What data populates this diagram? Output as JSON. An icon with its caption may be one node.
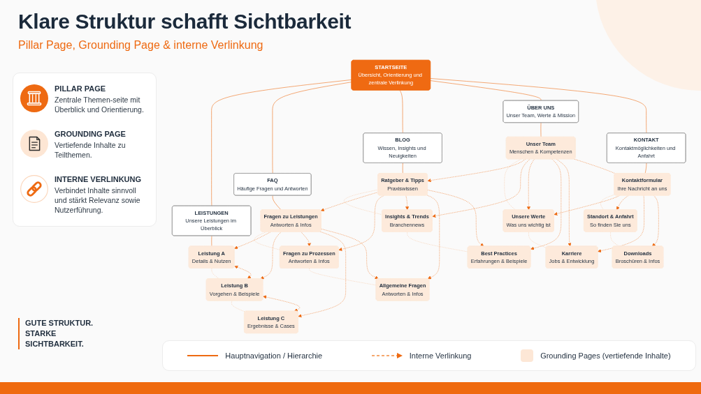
{
  "diagram": {
    "title": "Klare Struktur schafft Sichtbarkeit",
    "nodes": [
      {
        "text": [
          "STARTSEITE",
          "Übersicht, Orientierung und zentrale Verlinkung"
        ]
      },
      {
        "text": [
          "LEISTUNGEN",
          "Unsere Leistungen im Überblick"
        ]
      },
      {
        "text": [
          "FAQ",
          "Häufige Fragen und Antworten"
        ]
      },
      {
        "text": [
          "BLOG",
          "Wissen, Insights und Neuigkeiten"
        ]
      },
      {
        "text": [
          "ÜBER UNS",
          "Unser Team, Werte & Mission"
        ]
      },
      {
        "text": [
          "KONTAKT",
          "Kontaktmöglichkeiten und Anfahrt"
        ]
      },
      {
        "text": [
          "Leistung A",
          "Details & Nutzen"
        ]
      },
      {
        "text": [
          "Fragen zu Leistungen",
          "Antworten & Infos"
        ]
      },
      {
        "text": [
          "Ratgeber & Tipps",
          "Praxiswissen"
        ]
      },
      {
        "text": [
          "Unser Team",
          "Menschen & Kompetenzen"
        ]
      },
      {
        "text": [
          "Kontaktformular",
          "Ihre Nachricht an uns"
        ]
      },
      {
        "text": [
          "Leistung B",
          "Vorgehen & Beispiele"
        ]
      },
      {
        "text": [
          "Fragen zu Prozessen",
          "Antworten & Infos"
        ]
      },
      {
        "text": [
          "Insights & Trends",
          "Branchennews"
        ]
      },
      {
        "text": [
          "Unsere Werte",
          "Was uns wichtig ist"
        ]
      },
      {
        "text": [
          "Standort & Anfahrt",
          "So finden Sie uns"
        ]
      },
      {
        "text": [
          "Leistung C",
          "Ergebnisse & Cases"
        ]
      },
      {
        "text": [
          "Allgemeine Fragen",
          "Antworten & Infos"
        ]
      },
      {
        "text": [
          "Best Practices",
          "Erfahrungen & Beispiele"
        ]
      },
      {
        "text": [
          "Karriere",
          "Jobs & Entwicklung"
        ]
      },
      {
        "text": [
          "Downloads",
          "Broschüren & Infos"
        ]
      }
    ],
    "edges": [
      {
        "from": 0,
        "to": 1,
        "arrow": "none"
      },
      {
        "from": 0,
        "to": 2,
        "arrow": "none"
      },
      {
        "from": 0,
        "to": 3,
        "arrow": "none"
      },
      {
        "from": 0,
        "to": 4,
        "arrow": "none"
      },
      {
        "from": 0,
        "to": 5,
        "arrow": "none"
      },
      {
        "from": 1,
        "to": 6,
        "arrow": "none"
      },
      {
        "from": 2,
        "to": 7,
        "arrow": "none"
      },
      {
        "from": 3,
        "to": 8,
        "arrow": "none"
      },
      {
        "from": 4,
        "to": 9,
        "arrow": "none"
      },
      {
        "from": 5,
        "to": 10,
        "arrow": "none"
      },
      {
        "from": 6,
        "to": 11,
        "arrow": "none",
        "style": "dashed",
        "color": "#f6c29c"
      },
      {
        "from": 11,
        "to": 16,
        "arrow": "none",
        "style": "dashed",
        "color": "#f6c29c"
      },
      {
        "from": 7,
        "to": 12,
        "arrow": "none",
        "style": "dashed",
        "color": "#f6c29c"
      },
      {
        "from": 12,
        "to": 17,
        "arrow": "none",
        "style": "dashed",
        "color": "#f6c29c"
      },
      {
        "from": 8,
        "to": 13,
        "arrow": "none",
        "style": "dashed",
        "color": "#f6c29c"
      },
      {
        "from": 13,
        "to": 18,
        "arrow": "none",
        "style": "dashed",
        "color": "#f6c29c"
      },
      {
        "from": 9,
        "to": 14,
        "arrow": "none",
        "style": "dashed",
        "color": "#f6c29c"
      },
      {
        "from": 14,
        "to": 19,
        "arrow": "none",
        "style": "dashed",
        "color": "#f6c29c"
      },
      {
        "from": 10,
        "to": 15,
        "arrow": "none",
        "style": "dashed",
        "color": "#f6c29c"
      },
      {
        "from": 15,
        "to": 20,
        "arrow": "none",
        "style": "dashed",
        "color": "#f6c29c"
      },
      {
        "from": 6,
        "to": 11,
        "arrow": "both",
        "style": "dashed"
      },
      {
        "from": 11,
        "to": 16,
        "arrow": "both",
        "style": "dashed"
      },
      {
        "from": 7,
        "to": 6,
        "arrow": "to",
        "style": "dashed"
      },
      {
        "from": 7,
        "to": 11,
        "arrow": "to",
        "style": "dashed"
      },
      {
        "from": 7,
        "to": 12,
        "arrow": "to",
        "style": "dashed"
      },
      {
        "from": 7,
        "to": 16,
        "arrow": "to",
        "style": "dashed"
      },
      {
        "from": 7,
        "to": 17,
        "arrow": "to",
        "style": "dashed"
      },
      {
        "from": 8,
        "to": 7,
        "arrow": "to",
        "style": "dashed"
      },
      {
        "from": 8,
        "to": 12,
        "arrow": "to",
        "style": "dashed"
      },
      {
        "from": 8,
        "to": 13,
        "arrow": "to",
        "style": "dashed"
      },
      {
        "from": 8,
        "to": 17,
        "arrow": "to",
        "style": "dashed"
      },
      {
        "from": 8,
        "to": 18,
        "arrow": "to",
        "style": "dashed"
      },
      {
        "from": 9,
        "to": 8,
        "arrow": "to",
        "style": "dashed"
      },
      {
        "from": 9,
        "to": 13,
        "arrow": "to",
        "style": "dashed"
      },
      {
        "from": 9,
        "to": 14,
        "arrow": "to",
        "style": "dashed"
      },
      {
        "from": 9,
        "to": 18,
        "arrow": "to",
        "style": "dashed"
      },
      {
        "from": 9,
        "to": 19,
        "arrow": "to",
        "style": "dashed"
      },
      {
        "from": 9,
        "to": 10,
        "arrow": "none",
        "style": "dashed"
      },
      {
        "from": 10,
        "to": 14,
        "arrow": "to",
        "style": "dashed"
      },
      {
        "from": 10,
        "to": 15,
        "arrow": "to",
        "style": "dashed"
      },
      {
        "from": 10,
        "to": 19,
        "arrow": "to",
        "style": "dashed"
      },
      {
        "from": 10,
        "to": 20,
        "arrow": "to",
        "style": "dashed"
      }
    ],
    "labels": [
      "Pillar Page, Grounding Page & interne Verlinkung",
      "Zentrale Themen-seite mit Überblick und Orientierung.",
      "Vertiefende Inhalte zu Teilthemen.",
      "Verbindet Inhalte sinnvoll und stärkt Relevanz sowie Nutzerführung.",
      "GUTE STRUKTUR. STARKE SICHTBARKEIT."
    ],
    "legend": [
      {
        "text": "PILLAR PAGE"
      },
      {
        "text": "GROUNDING PAGE"
      },
      {
        "text": "INTERNE VERLINKUNG"
      },
      {
        "text": "Hauptnavigation / Hierarchie"
      },
      {
        "text": "Interne Verlinkung"
      },
      {
        "text": "Grounding Pages (vertiefende Inhalte)",
        "color": "#fde7d6"
      }
    ]
  }
}
